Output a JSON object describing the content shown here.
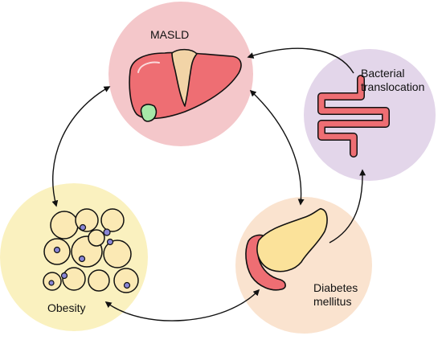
{
  "nodes": {
    "masld": {
      "label": "MASLD",
      "color": "#f4c7ca"
    },
    "bacterial": {
      "line1": "Bacterial",
      "line2": "translocation",
      "color": "#e3d6ea"
    },
    "diabetes": {
      "line1": "Diabetes",
      "line2": "mellitus",
      "color": "#fae3cf"
    },
    "obesity": {
      "label": "Obesity",
      "color": "#faf1bf"
    }
  },
  "colors": {
    "organ_red": "#ee6e73",
    "liver_tan": "#f2d4a7",
    "gallbladder": "#a6e8a8",
    "pancreas_yellow": "#fbe29a",
    "fat_cell": "#fbe9b4",
    "nucleus": "#8a86d6",
    "stroke": "#111111"
  },
  "icons": [
    "liver-icon",
    "intestine-icon",
    "pancreas-icon",
    "fat-cells-icon"
  ]
}
